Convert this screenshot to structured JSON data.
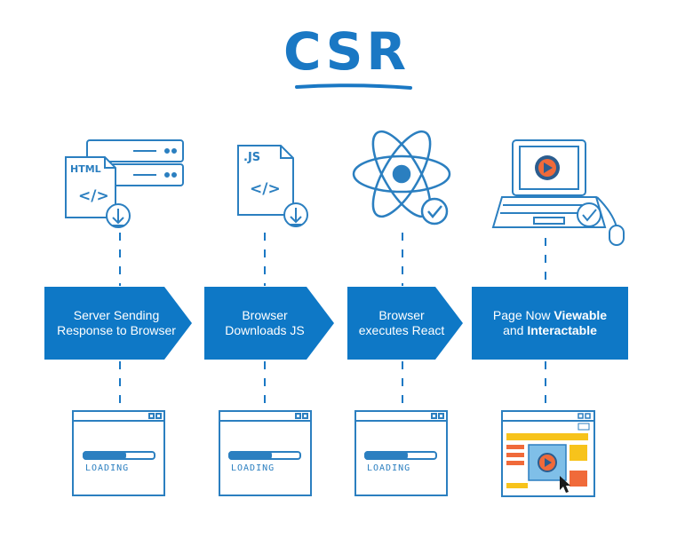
{
  "title": "CSR",
  "colors": {
    "accent": "#1a78c4",
    "step_fill": "#0e78c6",
    "orange": "#f06a3a",
    "yellow": "#f7c31b"
  },
  "steps": [
    {
      "line1": "Server Sending",
      "line2": "Response to Browser",
      "icon": "html-document-server-icon",
      "screen": "loading"
    },
    {
      "line1": "Browser",
      "line2": "Downloads JS",
      "icon": "js-file-download-icon",
      "screen": "loading"
    },
    {
      "line1": "Browser",
      "line2": "executes React",
      "icon": "react-atom-icon",
      "screen": "loading"
    },
    {
      "line1_pre": "Page Now ",
      "line1_bold": "Viewable",
      "line2_pre": "and ",
      "line2_bold": "Interactable",
      "icon": "laptop-video-icon",
      "screen": "rendered-page"
    }
  ],
  "icon_labels": {
    "html": "HTML",
    "js": ".JS",
    "code": "</>"
  },
  "loading_label": "LOADING"
}
